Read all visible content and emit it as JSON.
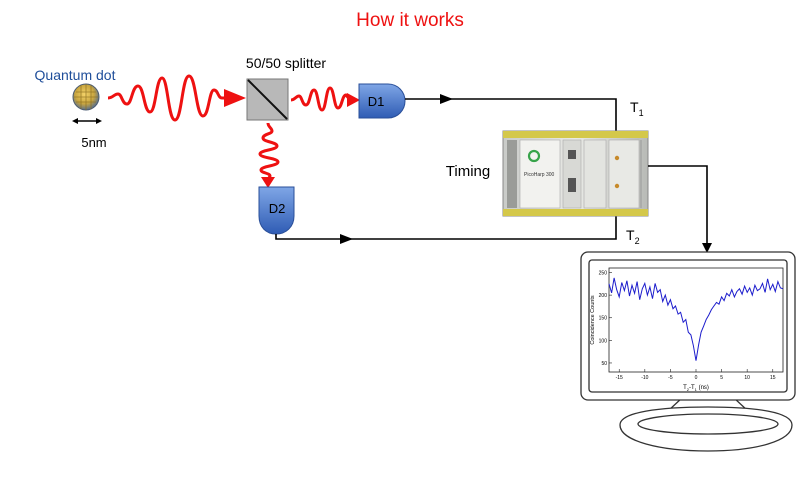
{
  "title": "How it works",
  "colors": {
    "title": "#ee1111",
    "photon": "#ee1111",
    "detector": "#3f6fc8",
    "wire": "#000000",
    "plot_line": "#1c1ccc",
    "qd_label": "#1f4e9a"
  },
  "labels": {
    "quantum_dot": "Quantum dot",
    "size": "5nm",
    "splitter": "50/50 splitter",
    "detector1": "D1",
    "detector2": "D2",
    "timing": "Timing",
    "t1": "T",
    "t1_sub": "1",
    "t2": "T",
    "t2_sub": "2"
  },
  "device": {
    "brand": "PicoHarp 300"
  },
  "chart_data": {
    "type": "line",
    "ylabel": "Coincidence Counts",
    "xlabel": "T",
    "xlabel_sub1": "2",
    "xlabel_mid": "-T",
    "xlabel_sub2": "1",
    "xlabel_unit": " (ns)",
    "xlim": [
      -17,
      17
    ],
    "ylim": [
      30,
      260
    ],
    "xticks": [
      "-15",
      "-10",
      "-5",
      "0",
      "5",
      "10",
      "15"
    ],
    "yticks": [
      "50",
      "100",
      "150",
      "200",
      "250"
    ],
    "x": [
      -17,
      -16.5,
      -16,
      -15.5,
      -15,
      -14.5,
      -14,
      -13.5,
      -13,
      -12.5,
      -12,
      -11.5,
      -11,
      -10.5,
      -10,
      -9.5,
      -9,
      -8.5,
      -8,
      -7.5,
      -7,
      -6.5,
      -6,
      -5.5,
      -5,
      -4.5,
      -4,
      -3.5,
      -3,
      -2.5,
      -2,
      -1.5,
      -1,
      -0.5,
      0,
      0.5,
      1,
      1.5,
      2,
      2.5,
      3,
      3.5,
      4,
      4.5,
      5,
      5.5,
      6,
      6.5,
      7,
      7.5,
      8,
      8.5,
      9,
      9.5,
      10,
      10.5,
      11,
      11.5,
      12,
      12.5,
      13,
      13.5,
      14,
      14.5,
      15,
      15.5,
      16,
      16.5,
      17
    ],
    "y": [
      225,
      205,
      238,
      212,
      196,
      228,
      210,
      232,
      198,
      222,
      204,
      230,
      190,
      214,
      226,
      200,
      218,
      192,
      226,
      206,
      212,
      186,
      200,
      178,
      190,
      170,
      176,
      158,
      162,
      140,
      146,
      118,
      112,
      88,
      55,
      90,
      118,
      132,
      146,
      156,
      168,
      176,
      184,
      180,
      196,
      188,
      204,
      198,
      212,
      196,
      208,
      214,
      202,
      220,
      206,
      216,
      200,
      222,
      210,
      214,
      226,
      206,
      236,
      212,
      224,
      208,
      230,
      216,
      214
    ]
  }
}
